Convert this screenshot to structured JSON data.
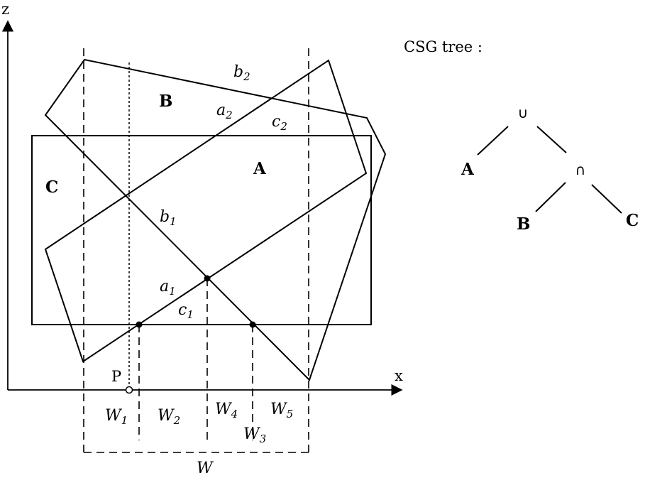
{
  "axes": {
    "x_label": "x",
    "z_label": "z"
  },
  "shapes": {
    "A": "A",
    "B": "B",
    "C": "C"
  },
  "edges": {
    "a1": {
      "base": "a",
      "sub": "1"
    },
    "a2": {
      "base": "a",
      "sub": "2"
    },
    "b1": {
      "base": "b",
      "sub": "1"
    },
    "b2": {
      "base": "b",
      "sub": "2"
    },
    "c1": {
      "base": "c",
      "sub": "1"
    },
    "c2": {
      "base": "c",
      "sub": "2"
    }
  },
  "point": {
    "label": "P"
  },
  "intervals": {
    "W1": {
      "base": "W",
      "sub": "1"
    },
    "W2": {
      "base": "W",
      "sub": "2"
    },
    "W3": {
      "base": "W",
      "sub": "3"
    },
    "W4": {
      "base": "W",
      "sub": "4"
    },
    "W5": {
      "base": "W",
      "sub": "5"
    },
    "W": {
      "base": "W"
    }
  },
  "csg_tree": {
    "title": "CSG tree :",
    "root": "∪",
    "left": "A",
    "inner": "∩",
    "inner_left": "B",
    "inner_right": "C"
  }
}
